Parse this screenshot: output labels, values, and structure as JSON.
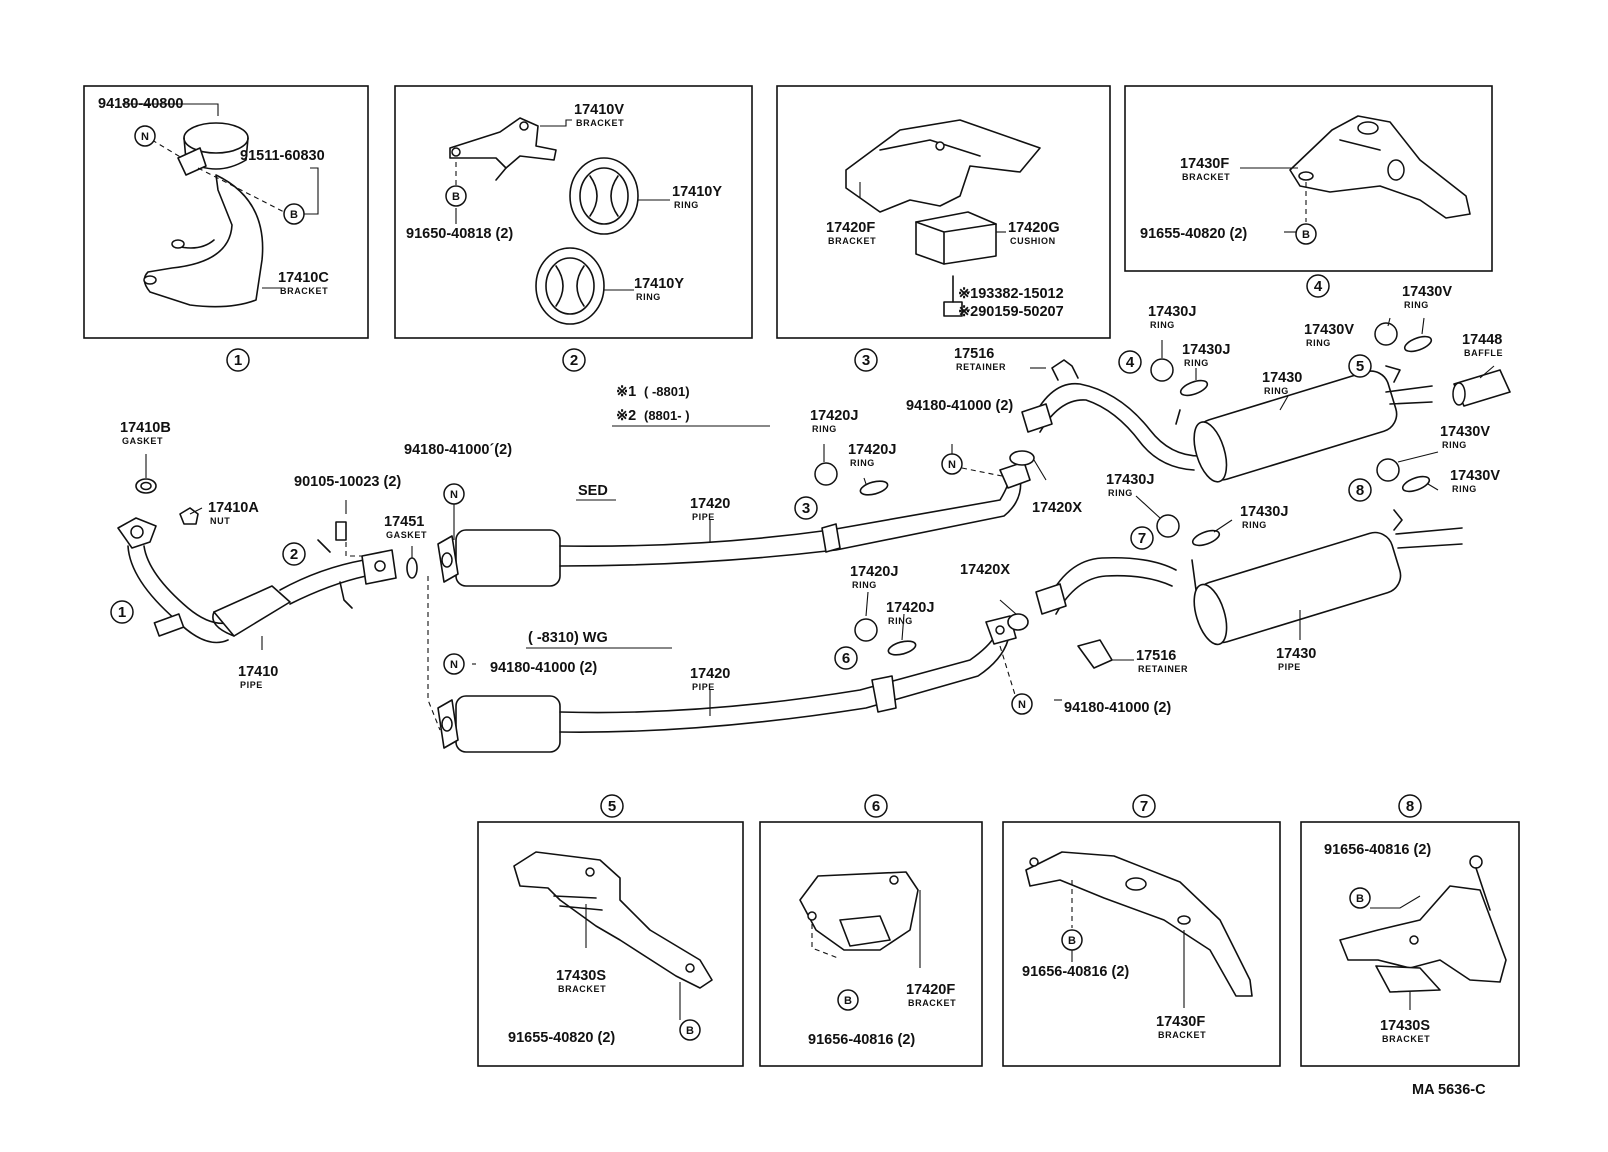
{
  "diagram_id": "MA 5636-C",
  "legend": {
    "line1": {
      "mark": "※1",
      "text": "(      -8801)"
    },
    "line2": {
      "mark": "※2",
      "text": "(8801-        )"
    }
  },
  "variants": {
    "sedan": "SED",
    "wagon": "(       -8310) WG"
  },
  "symbols": {
    "nut": "N",
    "bolt": "B"
  },
  "callouts": [
    "1",
    "2",
    "3",
    "4",
    "5",
    "6",
    "7",
    "8"
  ],
  "parts": [
    {
      "id": "p-94180-40800",
      "number": "94180-40800",
      "desc": ""
    },
    {
      "id": "p-91511-60830",
      "number": "91511-60830",
      "desc": ""
    },
    {
      "id": "p-17410c",
      "number": "17410C",
      "desc": "BRACKET"
    },
    {
      "id": "p-17410v",
      "number": "17410V",
      "desc": "BRACKET"
    },
    {
      "id": "p-17410y-1",
      "number": "17410Y",
      "desc": "RING"
    },
    {
      "id": "p-91650-40818",
      "number": "91650-40818 (2)",
      "desc": ""
    },
    {
      "id": "p-17410y-2",
      "number": "17410Y",
      "desc": "RING"
    },
    {
      "id": "p-17420f-top",
      "number": "17420F",
      "desc": "BRACKET"
    },
    {
      "id": "p-17420g",
      "number": "17420G",
      "desc": "CUSHION"
    },
    {
      "id": "p-93382-15012",
      "number": "※193382-15012",
      "desc": ""
    },
    {
      "id": "p-90159-50207",
      "number": "※290159-50207",
      "desc": ""
    },
    {
      "id": "p-17430f-top",
      "number": "17430F",
      "desc": "BRACKET"
    },
    {
      "id": "p-91655-40820-top",
      "number": "91655-40820 (2)",
      "desc": ""
    },
    {
      "id": "p-17516-top",
      "number": "17516",
      "desc": "RETAINER"
    },
    {
      "id": "p-17430j-a",
      "number": "17430J",
      "desc": "RING"
    },
    {
      "id": "p-17430j-b",
      "number": "17430J",
      "desc": "RING"
    },
    {
      "id": "p-17430v-a",
      "number": "17430V",
      "desc": "RING"
    },
    {
      "id": "p-17430v-b",
      "number": "17430V",
      "desc": "RING"
    },
    {
      "id": "p-17448",
      "number": "17448",
      "desc": "BAFFLE"
    },
    {
      "id": "p-17430-top",
      "number": "17430",
      "desc": "RING"
    },
    {
      "id": "p-17430v-c",
      "number": "17430V",
      "desc": "RING"
    },
    {
      "id": "p-17430v-d",
      "number": "17430V",
      "desc": "RING"
    },
    {
      "id": "p-17430j-c",
      "number": "17430J",
      "desc": "RING"
    },
    {
      "id": "p-17430j-d",
      "number": "17430J",
      "desc": "RING"
    },
    {
      "id": "p-17420j-a",
      "number": "17420J",
      "desc": "RING"
    },
    {
      "id": "p-17420j-b",
      "number": "17420J",
      "desc": "RING"
    },
    {
      "id": "p-94180-41000-a",
      "number": "94180-41000 (2)",
      "desc": ""
    },
    {
      "id": "p-17420x-a",
      "number": "17420X",
      "desc": ""
    },
    {
      "id": "p-17410b",
      "number": "17410B",
      "desc": "GASKET"
    },
    {
      "id": "p-17410a",
      "number": "17410A",
      "desc": "NUT"
    },
    {
      "id": "p-90105-10023",
      "number": "90105-10023 (2)",
      "desc": ""
    },
    {
      "id": "p-17451",
      "number": "17451",
      "desc": "GASKET"
    },
    {
      "id": "p-94180-41000-b",
      "number": "94180-41000´(2)",
      "desc": ""
    },
    {
      "id": "p-17420-sed",
      "number": "17420",
      "desc": "PIPE"
    },
    {
      "id": "p-17410",
      "number": "17410",
      "desc": "PIPE"
    },
    {
      "id": "p-94180-41000-c",
      "number": "94180-41000 (2)",
      "desc": ""
    },
    {
      "id": "p-17420-wg",
      "number": "17420",
      "desc": "PIPE"
    },
    {
      "id": "p-17420j-c",
      "number": "17420J",
      "desc": "RING"
    },
    {
      "id": "p-17420j-d",
      "number": "17420J",
      "desc": "RING"
    },
    {
      "id": "p-17420x-b",
      "number": "17420X",
      "desc": ""
    },
    {
      "id": "p-17516-bot",
      "number": "17516",
      "desc": "RETAINER"
    },
    {
      "id": "p-17430-pipe",
      "number": "17430",
      "desc": "PIPE"
    },
    {
      "id": "p-94180-41000-d",
      "number": "94180-41000 (2)",
      "desc": ""
    },
    {
      "id": "p-17430s-5",
      "number": "17430S",
      "desc": "BRACKET"
    },
    {
      "id": "p-91655-40820-5",
      "number": "91655-40820 (2)",
      "desc": ""
    },
    {
      "id": "p-91656-40816-6",
      "number": "91656-40816 (2)",
      "desc": ""
    },
    {
      "id": "p-17420f-6",
      "number": "17420F",
      "desc": "BRACKET"
    },
    {
      "id": "p-91656-40816-7",
      "number": "91656-40816 (2)",
      "desc": ""
    },
    {
      "id": "p-17430f-7",
      "number": "17430F",
      "desc": "BRACKET"
    },
    {
      "id": "p-91656-40816-8",
      "number": "91656-40816 (2)",
      "desc": ""
    },
    {
      "id": "p-17430s-8",
      "number": "17430S",
      "desc": "BRACKET"
    }
  ]
}
